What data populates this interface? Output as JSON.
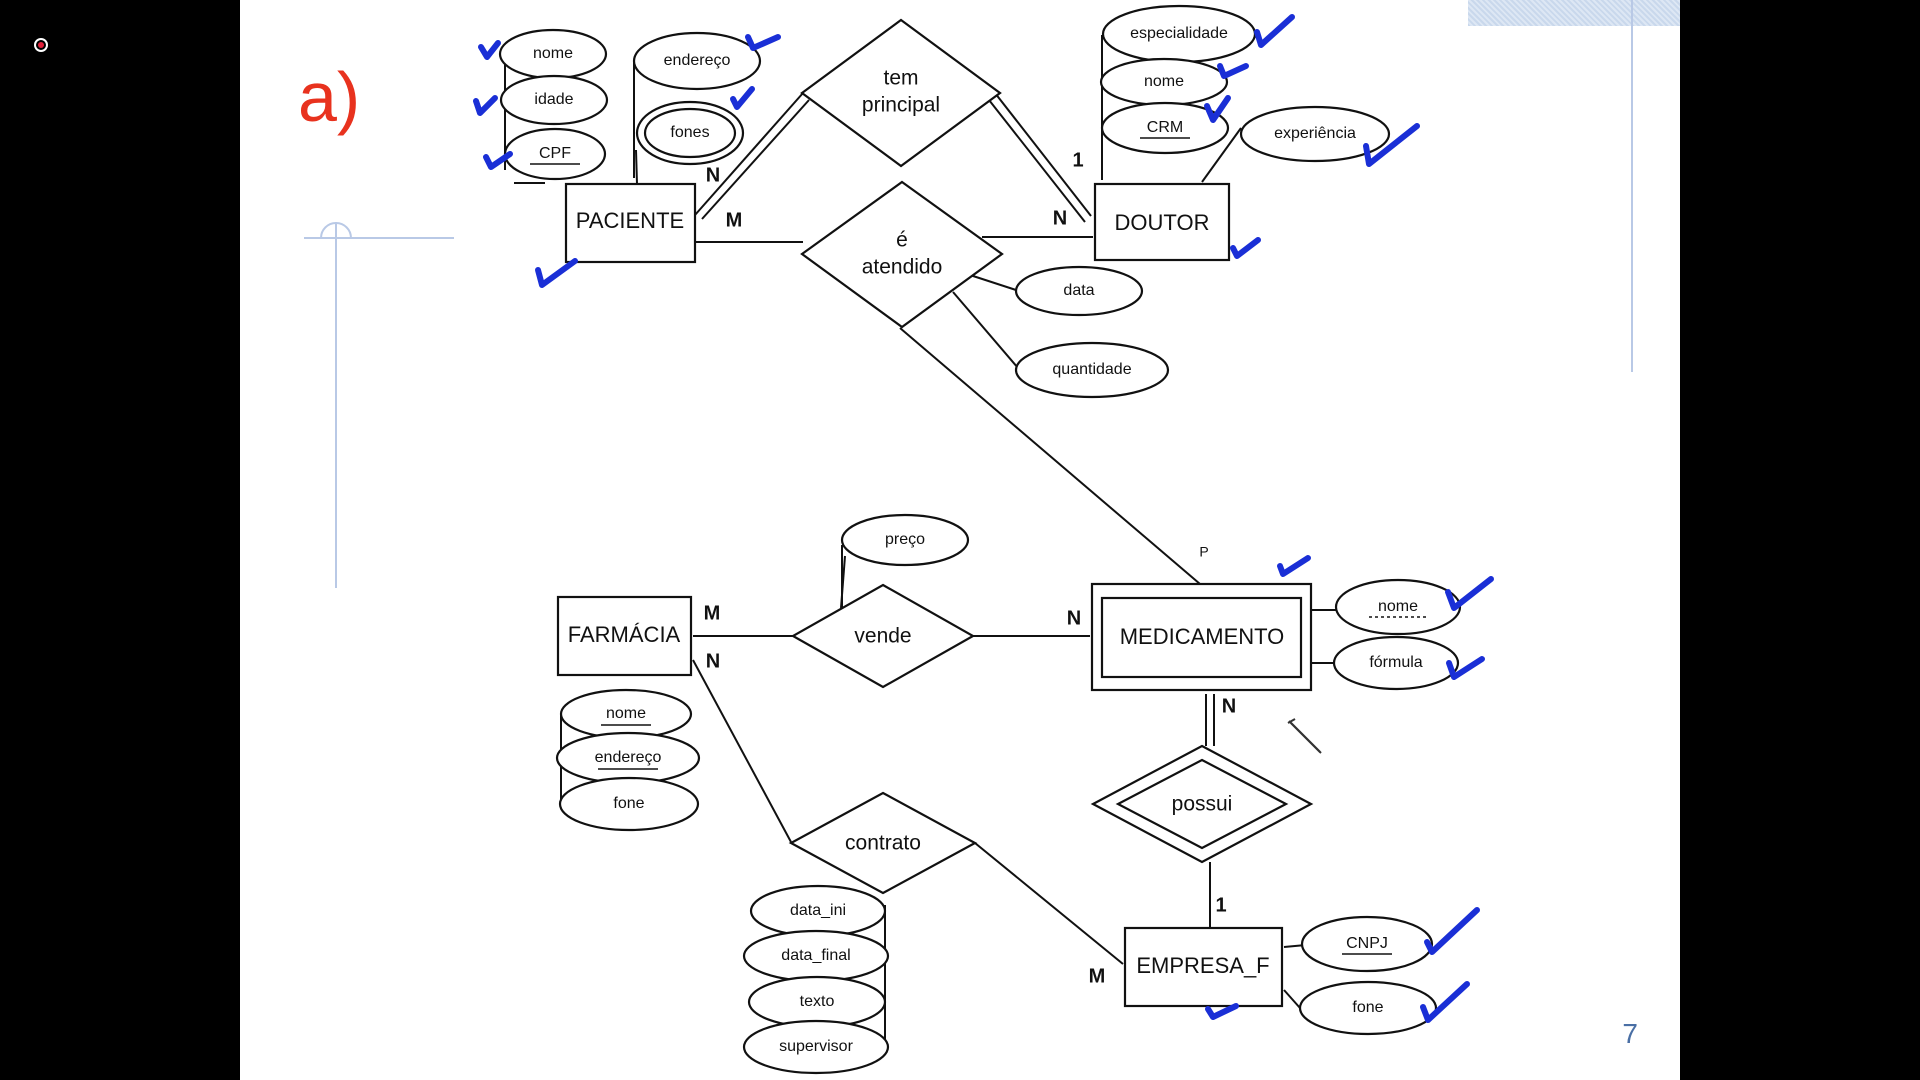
{
  "slide": {
    "label": "a)",
    "page_number": "7"
  },
  "colors": {
    "label_red": "#e8321e",
    "check_blue": "#1a2fd6",
    "guide_blue": "#b9c9e6",
    "page_number_blue": "#4a6fa5"
  },
  "entities": {
    "paciente": "PACIENTE",
    "doutor": "DOUTOR",
    "farmacia": "FARMÁCIA",
    "medicamento": "MEDICAMENTO",
    "empresa_f": "EMPRESA_F"
  },
  "relationships": {
    "tem_principal": [
      "tem",
      "principal"
    ],
    "e_atendido": [
      "é",
      "atendido"
    ],
    "vende": "vende",
    "contrato": "contrato",
    "possui": "possui"
  },
  "attributes": {
    "paciente": {
      "nome": "nome",
      "idade": "idade",
      "cpf": "CPF",
      "endereco": "endereço",
      "fones": "fones"
    },
    "doutor": {
      "especialidade": "especialidade",
      "nome": "nome",
      "crm": "CRM",
      "experiencia": "experiência"
    },
    "e_atendido": {
      "data": "data",
      "quantidade": "quantidade"
    },
    "vende": {
      "preco": "preço"
    },
    "farmacia": {
      "nome": "nome",
      "endereco": "endereço",
      "fone": "fone"
    },
    "medicamento": {
      "nome": "nome",
      "formula": "fórmula"
    },
    "contrato": {
      "data_ini": "data_ini",
      "data_final": "data_final",
      "texto": "texto",
      "supervisor": "supervisor"
    },
    "empresa_f": {
      "cnpj": "CNPJ",
      "fone": "fone"
    }
  },
  "cardinalities": {
    "paciente_tem_principal": "N",
    "doutor_tem_principal": "1",
    "paciente_e_atendido": "M",
    "doutor_e_atendido": "N",
    "medicamento_e_atendido": "P",
    "farmacia_vende": "M",
    "medicamento_vende": "N",
    "farmacia_contrato": "N",
    "medicamento_possui": "N",
    "empresa_possui": "1",
    "empresa_contrato": "M"
  }
}
